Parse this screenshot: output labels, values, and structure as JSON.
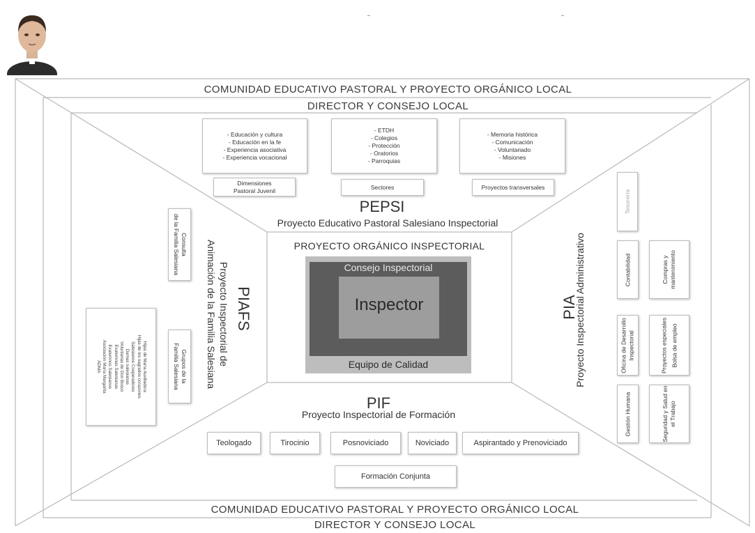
{
  "bands": {
    "top_line1": "COMUNIDAD EDUCATIVO PASTORAL Y PROYECTO ORGÁNICO LOCAL",
    "top_line2": "DIRECTOR Y CONSEJO LOCAL",
    "bottom_line1": "COMUNIDAD EDUCATIVO PASTORAL Y PROYECTO ORGÁNICO LOCAL",
    "bottom_line2": "DIRECTOR Y CONSEJO LOCAL"
  },
  "pepsi": {
    "title": "PEPSI",
    "subtitle": "Proyecto Educativo  Pastoral Salesiano Inspectorial",
    "boxes": [
      {
        "lines": [
          "- Educación y cultura",
          "- Educación en la fe",
          "- Experiencia asociativa",
          "- Experiencia vocacional"
        ],
        "label": "Dimensiones Pastoral Juvenil"
      },
      {
        "lines": [
          "- ETDH",
          "- Colegios",
          "- Protección",
          "- Oratorios",
          "- Parroquias"
        ],
        "label": "Sectores"
      },
      {
        "lines": [
          "- Memoria histórica",
          "- Comunicación",
          "- Voluntariado",
          "- Misiones"
        ],
        "label": "Proyectos transversales"
      }
    ],
    "label0_line1": "Dimensiones",
    "label0_line2": "Pastoral Juvenil"
  },
  "center": {
    "title": "PROYECTO ORGÁNICO INSPECTORIAL",
    "consejo": "Consejo Inspectorial",
    "inspector": "Inspector",
    "calidad": "Equipo de Calidad"
  },
  "piafs": {
    "title": "PIAFS",
    "subtitle_line1": "Proyecto Inspectorial de",
    "subtitle_line2": "Animación de la Familia Salesiana",
    "consulta_line1": "Consulta",
    "consulta_line2": "de la Familia Salesiana",
    "grupos_line1": "Grupos de la",
    "grupos_line2": "Familia Salesiana",
    "groups_list": [
      "Hijas de María Auxiliadora",
      "Hijas de los sagrados corazones",
      "Salesianos Cooperadores",
      "Damas salesianas",
      "Voluntarias de Don Bosco",
      "Exalumnas Salesianas",
      "Exalumnos Salesianos",
      "Asociación María Margarita",
      "ADMA"
    ]
  },
  "pia": {
    "title": "PIA",
    "subtitle": "Proyecto Inspectorial Administrativo",
    "tesoreria": "Tesorería",
    "contabilidad": "Contabilidad",
    "compras_line1": "Compras y",
    "compras_line2": "mantenimiento",
    "oficina_line1": "Oficina de Desarrollo",
    "oficina_line2": "Inspectorial",
    "proyectos_line1": "Proyectos especiales",
    "proyectos_line2": "Bolsa de empleo",
    "gestion": "Gestión Humana",
    "seguridad_line1": "Seguridad y Salud en",
    "seguridad_line2": "el Trabajo"
  },
  "pif": {
    "title": "PIF",
    "subtitle": "Proyecto Inspectorial de Formación",
    "stages": [
      "Teologado",
      "Tirocinio",
      "Posnoviciado",
      "Noviciado",
      "Aspirantado y Prenoviciado"
    ],
    "conjunta": "Formación Conjunta"
  },
  "colors": {
    "outer_gray": "#bdbdbd",
    "dark_gray": "#5c5c5c",
    "inner_gray": "#9d9d9d",
    "line": "#b8b8b8"
  }
}
